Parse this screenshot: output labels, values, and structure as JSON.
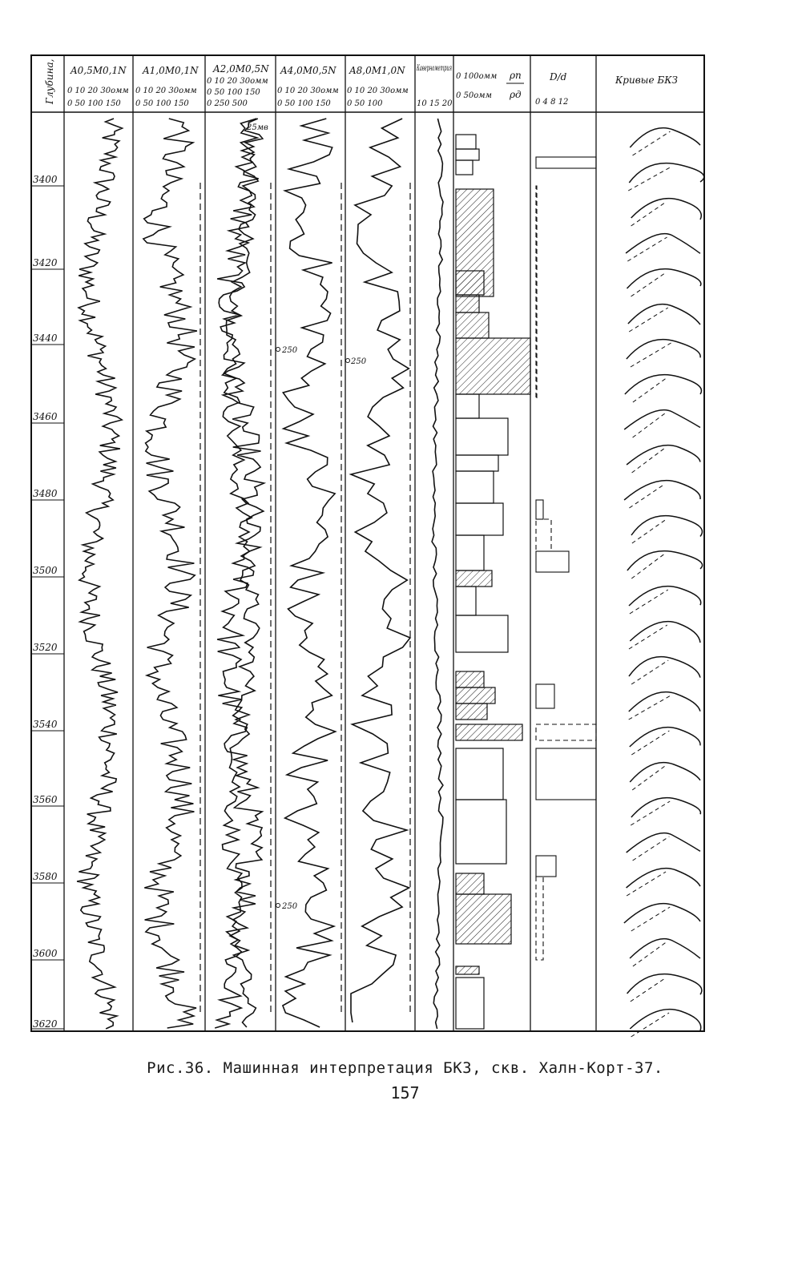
{
  "figure": {
    "depth_header": "Глубина, м",
    "tracks": [
      {
        "title": "A0,5M0,1N",
        "scale1": "0  10  20  30омм",
        "scale2": "0  50 100 150"
      },
      {
        "title": "A1,0M0,1N",
        "scale1": "0  10  20  30омм",
        "scale2": "0  50 100 150"
      },
      {
        "title": "A2,0M0,5N",
        "scale1": "0  10  20  30омм",
        "scale2": "0  50 100 150",
        "scale3": "0 250 500"
      },
      {
        "title": "A4,0M0,5N",
        "scale1": "0  10  20  30омм",
        "scale2": "0  50 100 150"
      },
      {
        "title": "A8,0M1,0N",
        "scale1": "0  10  20  30омм",
        "scale2": "0  50 100"
      },
      {
        "title": "Кавернометрия",
        "scale1": "10 15 20"
      },
      {
        "title": "0  100омм",
        "scale1": "0  50омм",
        "rho_n": "ρп",
        "rho_d": "ρд"
      },
      {
        "title": "D/d",
        "scale1": "0 4 8 12"
      },
      {
        "title": "Кривые БКЗ"
      }
    ],
    "depth_labels": [
      "3400",
      "3420",
      "3440",
      "3460",
      "3480",
      "3500",
      "3520",
      "3540",
      "3560",
      "3580",
      "3600",
      "3620"
    ],
    "annotations": {
      "mv": "25мв",
      "v250": "250"
    }
  },
  "caption": "Рис.36. Машинная интерпретация БКЗ, скв.  Халн-Корт-37.",
  "page_number": "157"
}
